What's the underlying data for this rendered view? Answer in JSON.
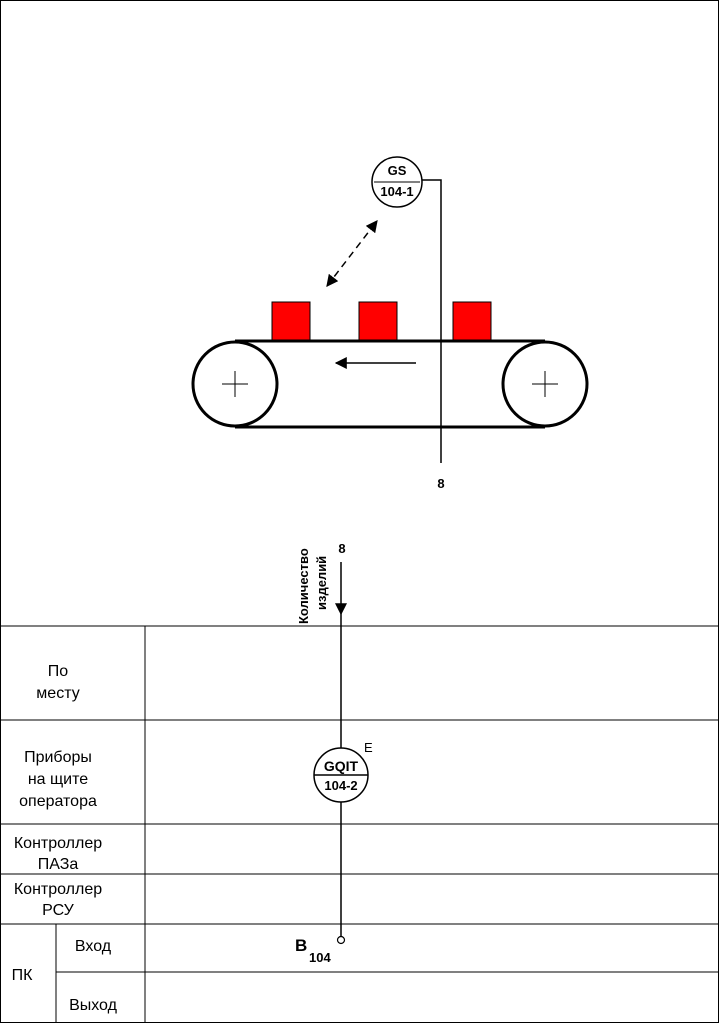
{
  "sensor_top": {
    "letters": "GS",
    "number": "104-1",
    "connection": "8"
  },
  "conveyor": {
    "item_color": "#ff0000",
    "items": 3
  },
  "signal": {
    "connection": "8",
    "label_line1": "Количество",
    "label_line2": "изделий"
  },
  "table": {
    "rows": [
      {
        "id": "local",
        "line1": "По",
        "line2": "месту"
      },
      {
        "id": "panel",
        "line1": "Приборы",
        "line2": "на щите",
        "line3": "оператора"
      },
      {
        "id": "paz",
        "line1": "Контроллер",
        "line2": "ПАЗа"
      },
      {
        "id": "rsu",
        "line1": "Контроллер",
        "line2": "РСУ"
      }
    ],
    "pk": {
      "label": "ПК",
      "input": "Вход",
      "output": "Выход"
    }
  },
  "instrument": {
    "letters": "GQIT",
    "number": "104-2",
    "flag": "E"
  },
  "terminal": {
    "letter": "B",
    "index": "104"
  }
}
